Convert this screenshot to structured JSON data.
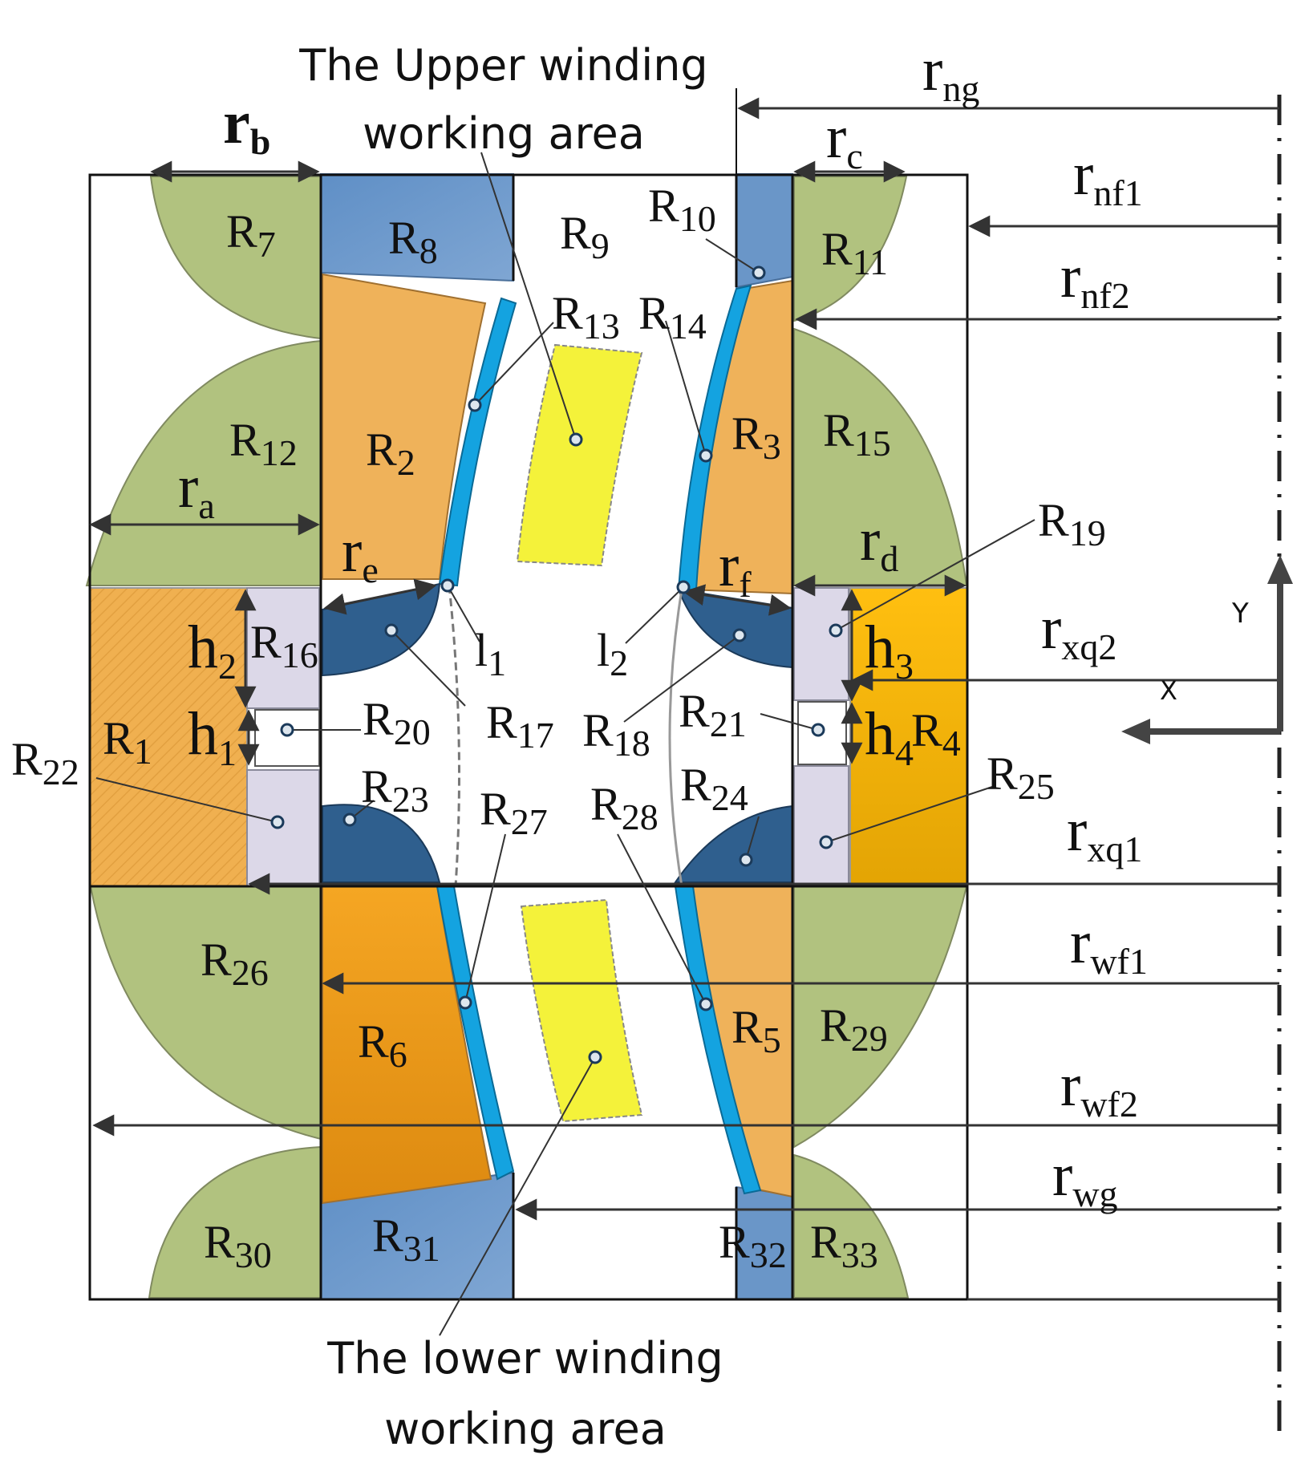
{
  "captions": {
    "upper": [
      "The Upper winding",
      "working area"
    ],
    "lower": [
      "The lower winding",
      "working area"
    ]
  },
  "dimensions": {
    "rng": {
      "main": "r",
      "sub": "ng"
    },
    "rnf1": {
      "main": "r",
      "sub": "nf1"
    },
    "rnf2": {
      "main": "r",
      "sub": "nf2"
    },
    "rxq2": {
      "main": "r",
      "sub": "xq2"
    },
    "rxq1": {
      "main": "r",
      "sub": "xq1"
    },
    "rwf1": {
      "main": "r",
      "sub": "wf1"
    },
    "rwf2": {
      "main": "r",
      "sub": "wf2"
    },
    "rwg": {
      "main": "r",
      "sub": "wg"
    },
    "ra": {
      "main": "r",
      "sub": "a"
    },
    "rb": {
      "main": "r",
      "sub": "b"
    },
    "rc": {
      "main": "r",
      "sub": "c"
    },
    "rd": {
      "main": "r",
      "sub": "d"
    },
    "re": {
      "main": "r",
      "sub": "e"
    },
    "rf": {
      "main": "r",
      "sub": "f"
    },
    "h1": {
      "main": "h",
      "sub": "1"
    },
    "h2": {
      "main": "h",
      "sub": "2"
    },
    "h3": {
      "main": "h",
      "sub": "3"
    },
    "h4": {
      "main": "h",
      "sub": "4"
    }
  },
  "regions": {
    "R1": {
      "main": "R",
      "sub": "1"
    },
    "R2": {
      "main": "R",
      "sub": "2"
    },
    "R3": {
      "main": "R",
      "sub": "3"
    },
    "R4": {
      "main": "R",
      "sub": "4"
    },
    "R5": {
      "main": "R",
      "sub": "5"
    },
    "R6": {
      "main": "R",
      "sub": "6"
    },
    "R7": {
      "main": "R",
      "sub": "7"
    },
    "R8": {
      "main": "R",
      "sub": "8"
    },
    "R9": {
      "main": "R",
      "sub": "9"
    },
    "R10": {
      "main": "R",
      "sub": "10"
    },
    "R11": {
      "main": "R",
      "sub": "11"
    },
    "R12": {
      "main": "R",
      "sub": "12"
    },
    "R13": {
      "main": "R",
      "sub": "13"
    },
    "R14": {
      "main": "R",
      "sub": "14"
    },
    "R15": {
      "main": "R",
      "sub": "15"
    },
    "R16": {
      "main": "R",
      "sub": "16"
    },
    "R17": {
      "main": "R",
      "sub": "17"
    },
    "R18": {
      "main": "R",
      "sub": "18"
    },
    "R19": {
      "main": "R",
      "sub": "19"
    },
    "R20": {
      "main": "R",
      "sub": "20"
    },
    "R21": {
      "main": "R",
      "sub": "21"
    },
    "R22": {
      "main": "R",
      "sub": "22"
    },
    "R23": {
      "main": "R",
      "sub": "23"
    },
    "R24": {
      "main": "R",
      "sub": "24"
    },
    "R25": {
      "main": "R",
      "sub": "25"
    },
    "R26": {
      "main": "R",
      "sub": "26"
    },
    "R27": {
      "main": "R",
      "sub": "27"
    },
    "R28": {
      "main": "R",
      "sub": "28"
    },
    "R29": {
      "main": "R",
      "sub": "29"
    },
    "R30": {
      "main": "R",
      "sub": "30"
    },
    "R31": {
      "main": "R",
      "sub": "31"
    },
    "R32": {
      "main": "R",
      "sub": "32"
    },
    "R33": {
      "main": "R",
      "sub": "33"
    }
  },
  "lines": {
    "l1": {
      "main": "l",
      "sub": "1"
    },
    "l2": {
      "main": "l",
      "sub": "2"
    }
  },
  "axes": {
    "y": "Y",
    "x": "X"
  },
  "colors": {
    "green": "#b1c27f",
    "blue": "#6a96c8",
    "dark_blue": "#2f5f8e",
    "cyan": "#14a3e0",
    "light_orange": "#efb25a",
    "orange": "#f0a020",
    "gold": "#f6b60e",
    "yellow": "#f4f23a",
    "lavender": "#dcd8e8"
  }
}
